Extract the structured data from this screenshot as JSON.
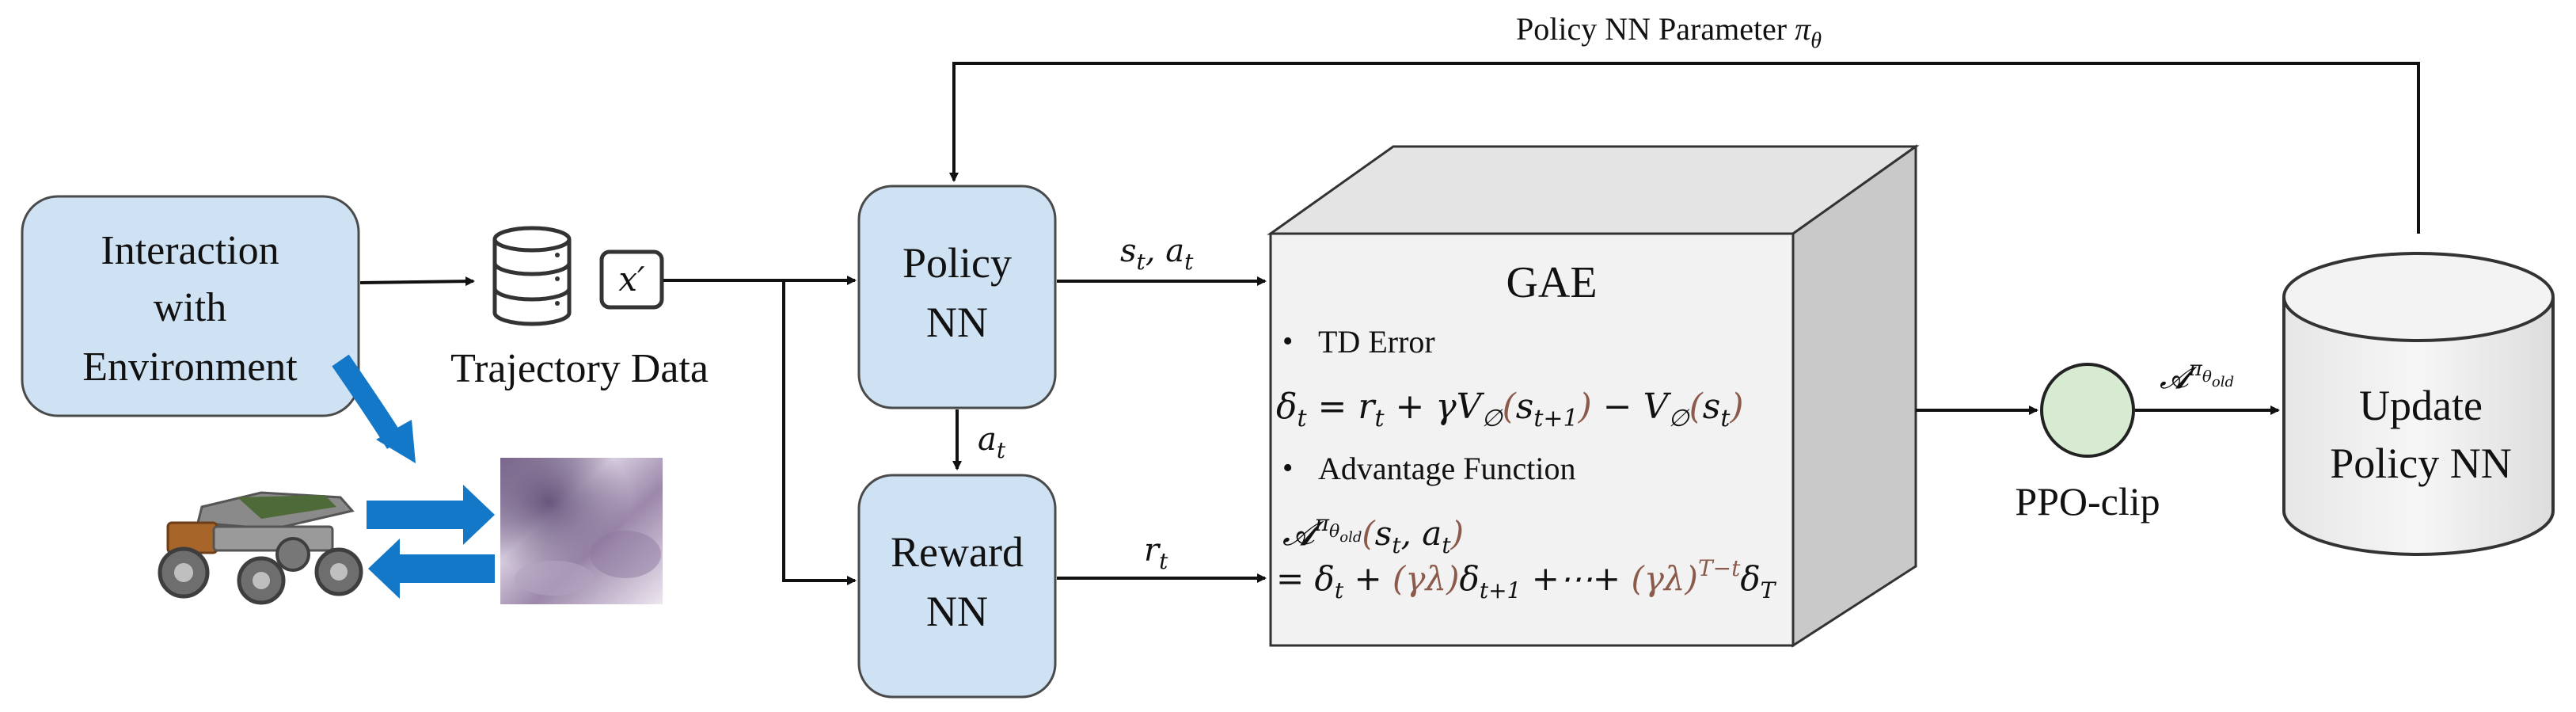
{
  "top_label": {
    "text": "Policy NN Parameter ",
    "sym": "π",
    "sub": "θ"
  },
  "interaction_box": {
    "line1": "Interaction",
    "line2": "with",
    "line3": "Environment"
  },
  "trajectory": {
    "label": "Trajectory Data",
    "x_symbol": "x′"
  },
  "policy_box": {
    "line1": "Policy",
    "line2": "NN"
  },
  "reward_box": {
    "line1": "Reward",
    "line2": "NN"
  },
  "edge_labels": {
    "sa": {
      "s": "s",
      "s_sub": "t",
      "sep": ", ",
      "a": "a",
      "a_sub": "t"
    },
    "a": {
      "a": "a",
      "a_sub": "t"
    },
    "r": {
      "r": "r",
      "r_sub": "t"
    },
    "adv": {
      "A": "𝓐",
      "pi": "π",
      "theta": "θ",
      "old": "old"
    }
  },
  "gae": {
    "title": "GAE",
    "bullet1": "TD Error",
    "bullet2": "Advantage Function",
    "td_formula": {
      "delta": "δ",
      "t": "t",
      "eq": " = ",
      "r": "r",
      "plus1": " + γ",
      "V": "V",
      "phi": "∅",
      "open": "(",
      "s": "s",
      "tp1": "t+1",
      "close": ")",
      "minus": " − "
    },
    "adv_formula": {
      "A": "𝓐",
      "pi": "π",
      "theta": "θ",
      "old": "old",
      "args_open": "(",
      "s": "s",
      "comma": ", ",
      "a": "a",
      "t": "t",
      "args_close": ")",
      "eq": "= ",
      "delta": "δ",
      "plus": " + ",
      "gl": "(γλ)",
      "tp1": "t+1",
      "dots": " +⋯+ ",
      "tmt": "T−t",
      "T": "T"
    }
  },
  "ppo": {
    "label": "PPO-clip"
  },
  "update_cylinder": {
    "line1": "Update",
    "line2": "Policy NN"
  },
  "colors": {
    "box_fill": "#CFE2F3",
    "box_stroke": "#4A4A4A",
    "ppo_fill": "#D6EBD2",
    "arrow_blue": "#1478C8",
    "cube_front": "#F1F1F1",
    "cube_side": "#C8C8C8",
    "cube_top": "#E2E2E2"
  }
}
